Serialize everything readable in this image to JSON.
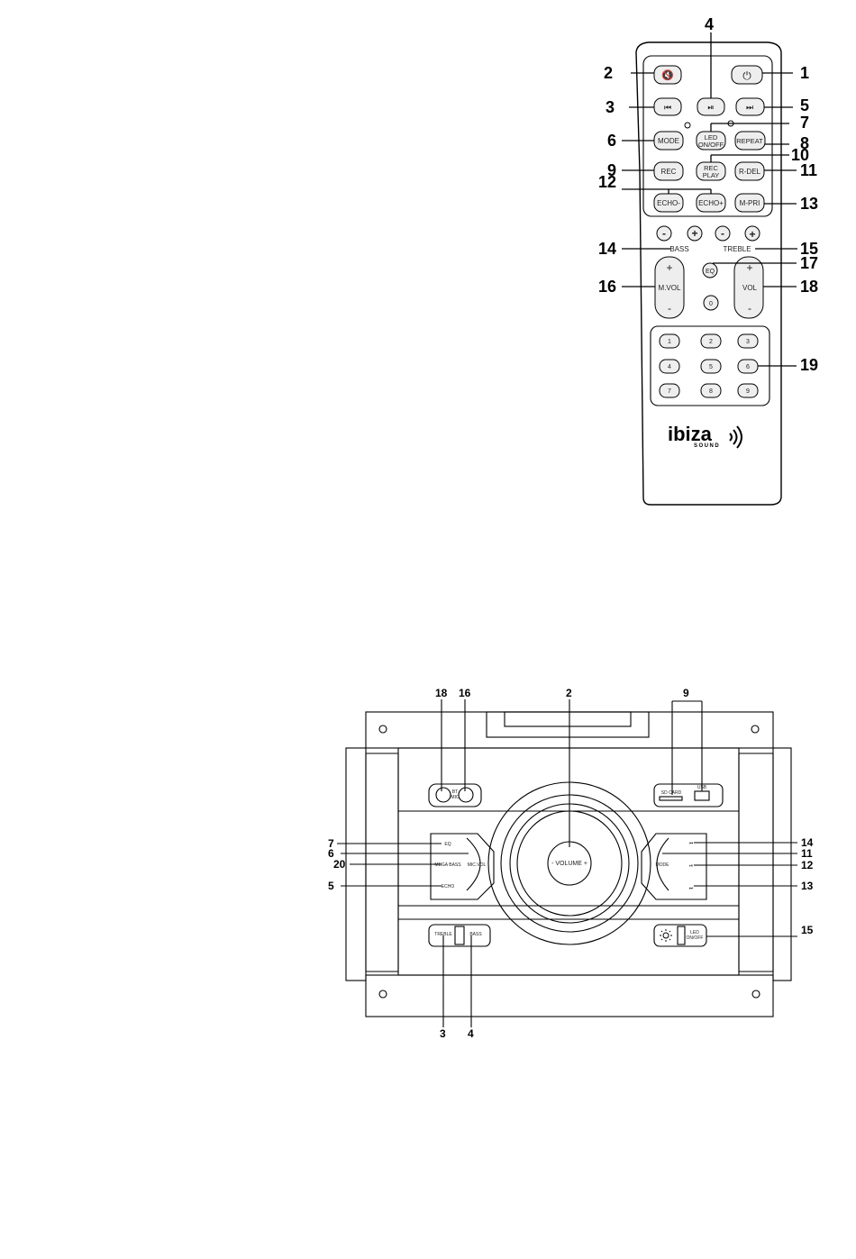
{
  "remote": {
    "buttons": {
      "mute": "🔇",
      "power": "⏻",
      "prev": "⏮",
      "play_pause": "⏯",
      "next": "⏭",
      "mode": "MODE",
      "led_line1": "LED",
      "led_line2": "ON/OFF",
      "repeat": "REPEAT",
      "rec": "REC",
      "rec_play_line1": "REC",
      "rec_play_line2": "PLAY",
      "r_del": "R-DEL",
      "echo_minus": "ECHO-",
      "echo_plus": "ECHO+",
      "m_pri": "M-PRI",
      "bass_minus": "-",
      "bass_plus": "+",
      "treble_minus": "-",
      "treble_plus": "+",
      "bass_label": "BASS",
      "treble_label": "TREBLE",
      "mvol_plus": "+",
      "mvol_label": "M.VOL",
      "mvol_minus": "-",
      "eq": "EQ",
      "zero": "0",
      "vol_plus": "+",
      "vol_label": "VOL",
      "vol_minus": "-"
    },
    "numpad": [
      "1",
      "2",
      "3",
      "4",
      "5",
      "6",
      "7",
      "8",
      "9"
    ],
    "logo": {
      "brand": "ibiza",
      "sub": "SOUND"
    },
    "callouts": [
      "1",
      "2",
      "3",
      "4",
      "5",
      "6",
      "7",
      "8",
      "9",
      "10",
      "11",
      "12",
      "13",
      "14",
      "15",
      "16",
      "17",
      "18",
      "19"
    ]
  },
  "speaker": {
    "panel": {
      "in1_label": "BT",
      "in2_label": "MIC",
      "sd_label": "SD CARD",
      "usb_label": "USB",
      "volume": "- VOLUME +",
      "eq_label": "EQ",
      "mega_bass": "MEGA BASS",
      "echo": "ECHO",
      "mic_vol": "MIC.VOL",
      "mode": "MODE",
      "treble": "TREBLE",
      "bass": "BASS",
      "led_line1": "LED",
      "led_line2": "ON/OFF"
    },
    "callouts": {
      "c18": "18",
      "c16": "16",
      "c2": "2",
      "c9": "9",
      "c7": "7",
      "c6": "6",
      "c20": "20",
      "c5": "5",
      "c14": "14",
      "c11": "11",
      "c12": "12",
      "c13": "13",
      "c15": "15",
      "c3": "3",
      "c4": "4"
    }
  }
}
